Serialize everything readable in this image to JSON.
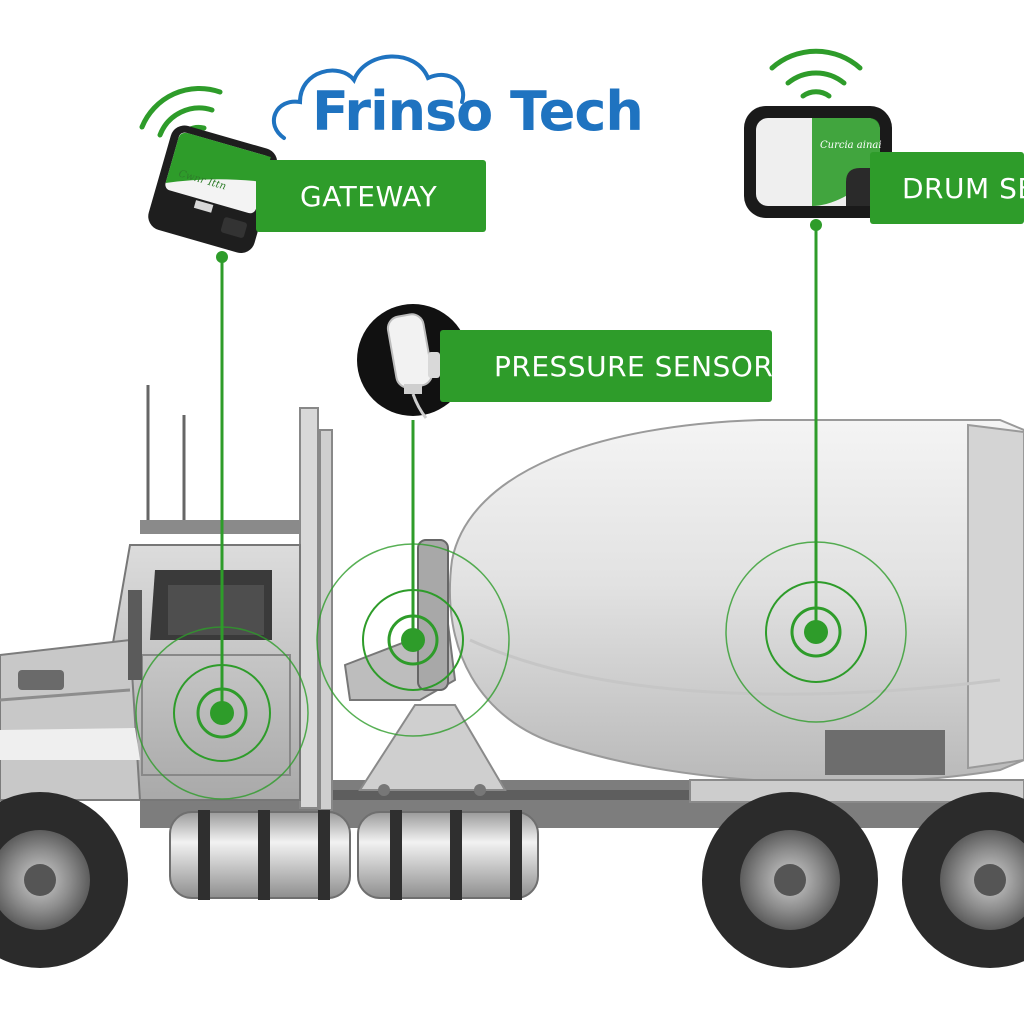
{
  "brand": {
    "name": "Frinso Tech",
    "colors": {
      "primary_blue": "#1f73c0",
      "accent_green": "#2e9c2a"
    }
  },
  "callouts": {
    "gateway": {
      "label": "GATEWAY"
    },
    "pressure": {
      "label": "PRESSURE SENSOR"
    },
    "drum": {
      "label": "DRUM SE"
    }
  },
  "devices": {
    "gateway_brand": "Cwnr Ittn",
    "drum_brand": "Curcia ainai"
  },
  "icons": [
    "wifi-signal-icon",
    "cloud-logo-icon",
    "signal-ring-icon"
  ]
}
